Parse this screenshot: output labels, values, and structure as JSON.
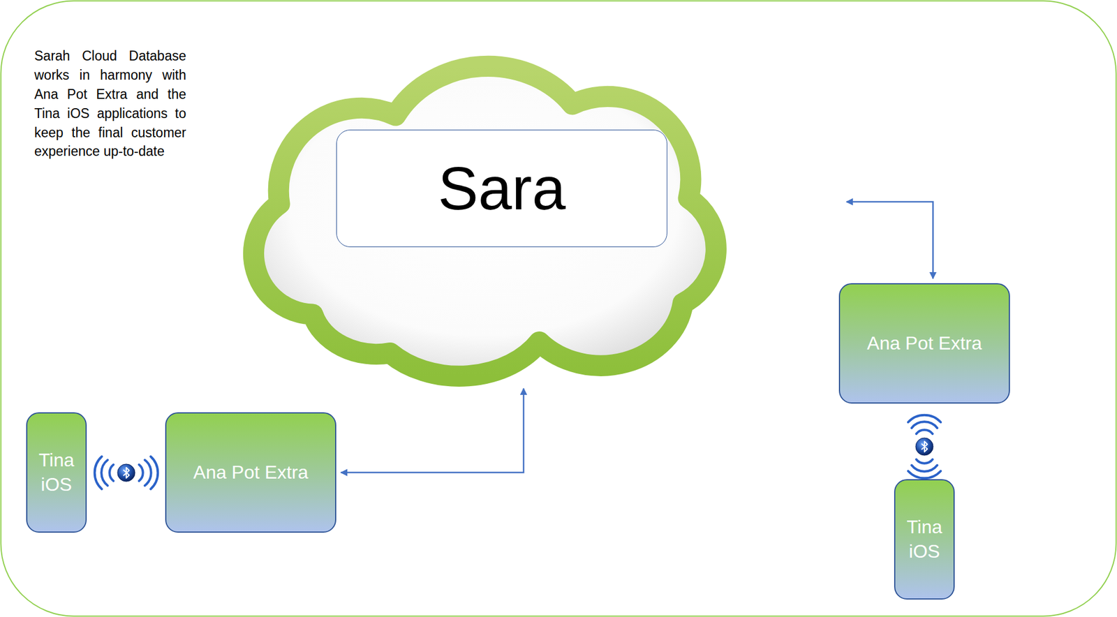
{
  "diagram": {
    "nodes": [
      {
        "text": [
          "Sara"
        ]
      },
      {
        "text": [
          "Ana Pot Extra"
        ]
      },
      {
        "text": [
          "Tina iOS"
        ]
      },
      {
        "text": [
          "Ana Pot Extra"
        ]
      },
      {
        "text": [
          "Tina iOS"
        ]
      }
    ],
    "edges": [
      {
        "from": 3,
        "to": 0,
        "arrow": "both"
      },
      {
        "from": 1,
        "to": 0,
        "arrow": "both"
      }
    ],
    "labels": [
      "Sarah Cloud Database works in harmony with Ana Pot Extra and the Tina iOS applications to keep the final customer experience up-to-date"
    ]
  }
}
